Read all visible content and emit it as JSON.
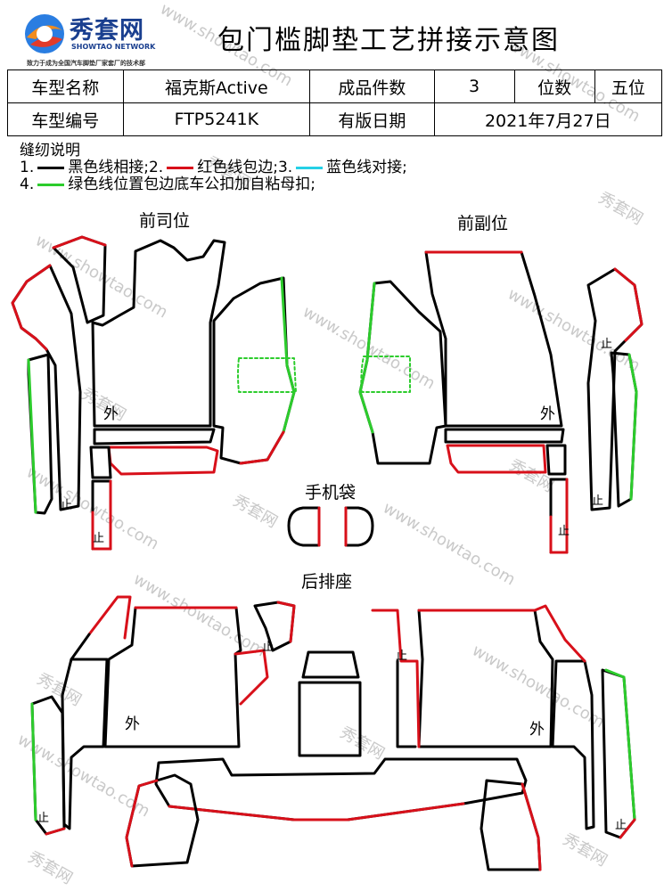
{
  "header": {
    "brand": "秀套网",
    "brand_sub": "SHOWTAO NETWORK",
    "slogan": "致力于成为全国汽车脚垫厂家套厂的技术部",
    "title": "包门槛脚垫工艺拼接示意图"
  },
  "info": {
    "row1": {
      "l1": "车型名称",
      "v1": "福克斯Active",
      "l2": "成品件数",
      "v2": "3",
      "l3": "位数",
      "v3": "五位"
    },
    "row2": {
      "l1": "车型编号",
      "v1": "FTP5241K",
      "l2": "有版日期",
      "v2": "2021年7月27日"
    }
  },
  "notes": {
    "heading": "缝纫说明",
    "n1_prefix": "1.",
    "n1_text": "黑色线相接;",
    "n2_prefix": "2.",
    "n2_text": "红色线包边;",
    "n3_prefix": "3.",
    "n3_text": "蓝色线对接;",
    "n4_prefix": "4.",
    "n4_text": "绿色线位置包边底车公扣加自粘母扣;"
  },
  "sections": {
    "driver": "前司位",
    "passenger": "前副位",
    "phone_bag": "手机袋",
    "rear": "后排座"
  },
  "marks": {
    "outer": "外",
    "up": "止"
  },
  "watermark": {
    "brand": "秀套网",
    "url": "www.showtao.com"
  },
  "colors": {
    "black_seam": "#000000",
    "red_seam": "#d8101a",
    "blue_seam": "#25d0e6",
    "green_seam": "#2ccc2c",
    "brand_blue": "#1a3f8f"
  }
}
